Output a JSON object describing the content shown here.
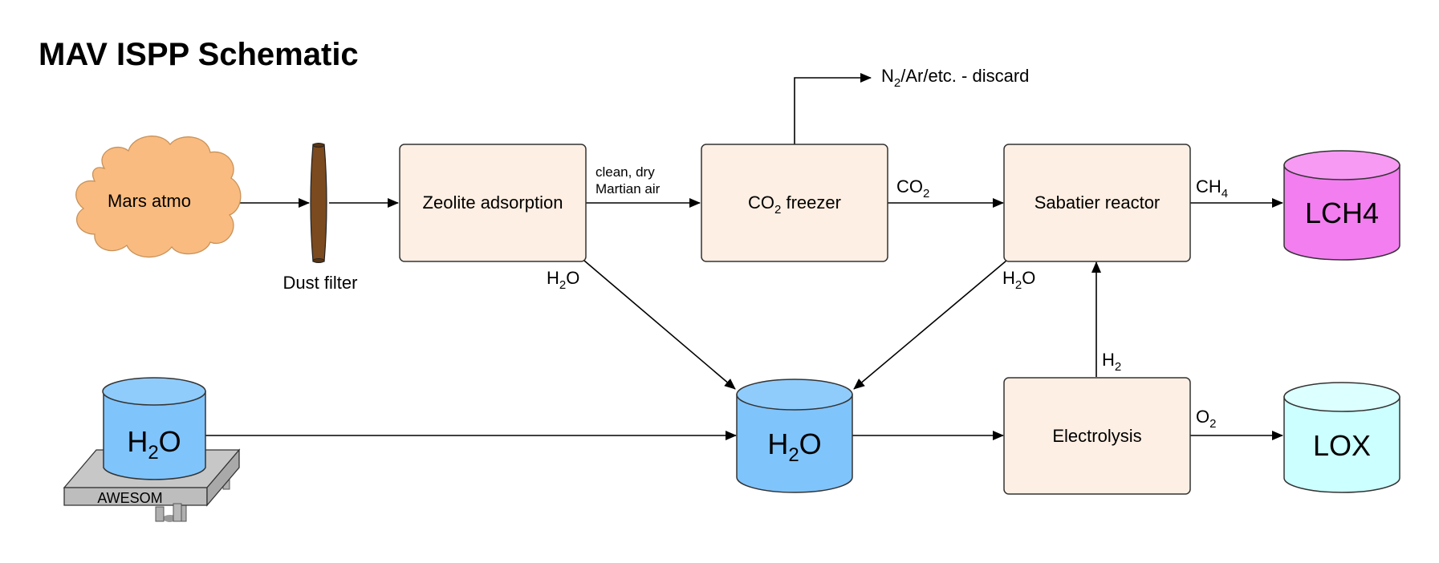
{
  "title": "MAV ISPP Schematic",
  "nodes": {
    "mars_atmo": "Mars atmo",
    "dust_filter": "Dust filter",
    "zeolite": "Zeolite adsorption",
    "co2_freezer": {
      "prefix": "CO",
      "sub": "2",
      "suffix": " freezer"
    },
    "sabatier": "Sabatier reactor",
    "lch4": "LCH4",
    "electrolysis": "Electrolysis",
    "lox": "LOX",
    "h2o_tank": {
      "prefix": "H",
      "sub": "2",
      "suffix": "O"
    },
    "h2o_source": {
      "prefix": "H",
      "sub": "2",
      "suffix": "O"
    },
    "awesom": "AWESOM"
  },
  "edge_labels": {
    "clean_dry_line1": "clean, dry",
    "clean_dry_line2": "Martian air",
    "co2": {
      "prefix": "CO",
      "sub": "2"
    },
    "ch4": {
      "prefix": "CH",
      "sub": "4"
    },
    "discard": {
      "prefix": "N",
      "sub": "2",
      "suffix": "/Ar/etc. - discard"
    },
    "h2o_zeolite": {
      "prefix": "H",
      "sub": "2",
      "suffix": "O"
    },
    "h2o_sabatier": {
      "prefix": "H",
      "sub": "2",
      "suffix": "O"
    },
    "h2": {
      "prefix": "H",
      "sub": "2"
    },
    "o2": {
      "prefix": "O",
      "sub": "2"
    }
  },
  "colors": {
    "process_box": "#fdefe3",
    "mars_cloud": "#f9bb7f",
    "dust_filter": "#7b4a1e",
    "lch4": "#f37ef0",
    "lox": "#ccffff",
    "h2o": "#80c4fc",
    "cart": "#c7c7c7"
  }
}
